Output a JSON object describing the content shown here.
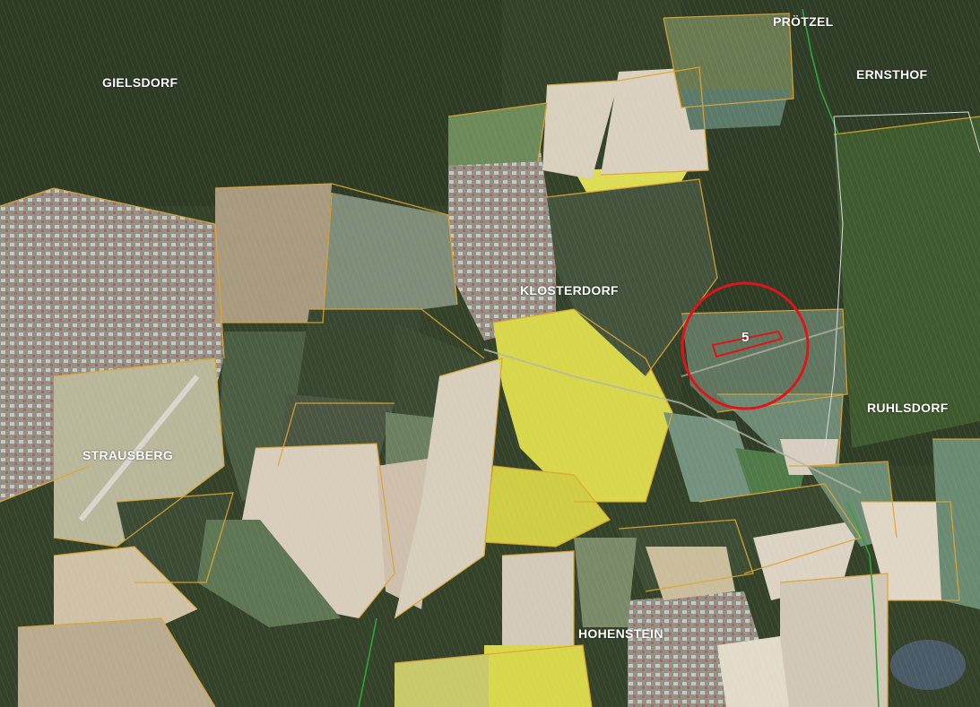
{
  "map": {
    "type": "aerial-photo-map",
    "place_labels": {
      "gielsdorf": "GIELSDORF",
      "protzel": "PRÖTZEL",
      "ernsthof": "ERNSTHOF",
      "klosterdorf": "KLOSTERDORF",
      "strausberg": "STRAUSBERG",
      "ruhlsdorf": "RUHLSDORF",
      "hohenstein": "HOHENSTEIN"
    },
    "site_marker": {
      "number": "5",
      "circle_color": "#e0141b",
      "outline_color": "#e0141b"
    },
    "colors": {
      "parcel_boundary": "#e0a530",
      "municipal_boundary": "#2ea63a",
      "forest": "#2e3a24",
      "rapeseed_field": "#d8d64a",
      "bare_field": "#d9cfbd",
      "grass_field": "#6e8a66"
    }
  }
}
